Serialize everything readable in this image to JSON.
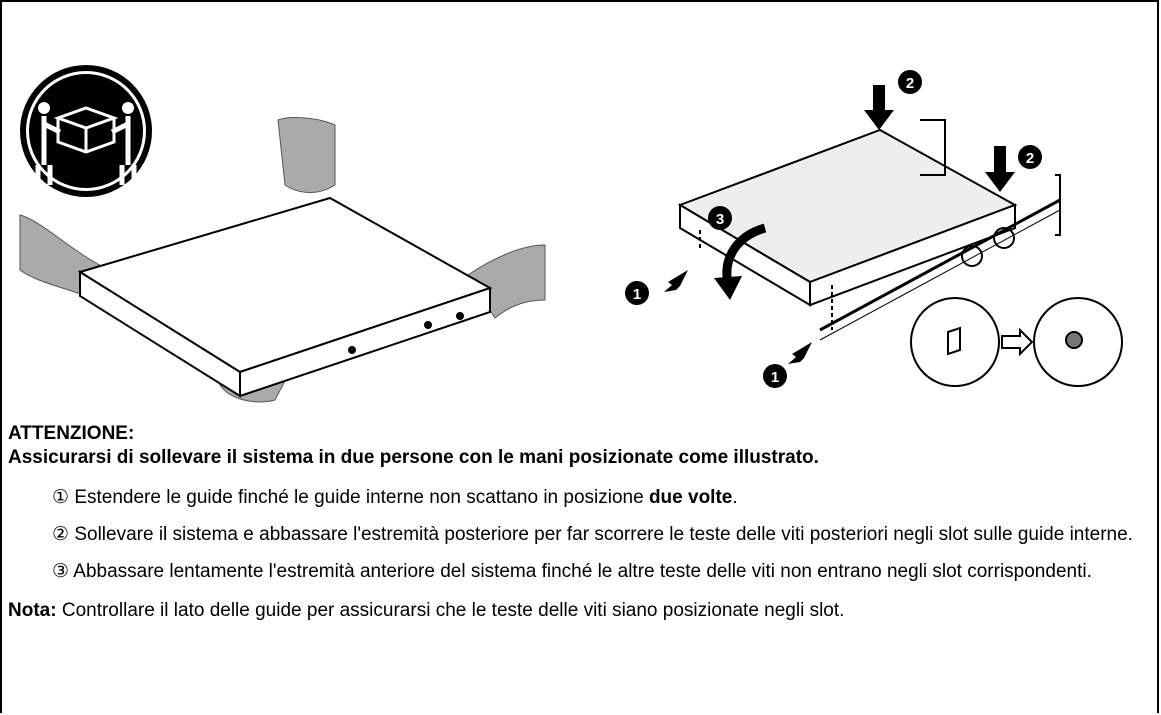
{
  "caution": {
    "title": "ATTENZIONE:",
    "text": "Assicurarsi di sollevare il sistema in due persone con le mani posizionate come illustrato."
  },
  "steps": [
    {
      "marker": "①",
      "text_before": "Estendere le guide finché le guide interne non scattano in posizione ",
      "bold": "due volte",
      "text_after": "."
    },
    {
      "marker": "②",
      "text": "Sollevare il sistema e abbassare l'estremità posteriore per far scorrere le teste delle viti posteriori negli slot sulle guide interne."
    },
    {
      "marker": "③",
      "text": "Abbassare lentamente l'estremità anteriore del sistema finché le altre teste delle viti non entrano negli slot corrispondenti."
    }
  ],
  "note": {
    "label": "Nota:",
    "text": "Controllare il lato delle guide per assicurarsi che le teste delle viti siano posizionate negli slot."
  },
  "callouts": [
    "1",
    "2",
    "3"
  ],
  "icons": [
    "two-person-lift-icon",
    "arrow-down-icon",
    "curved-arrow-icon",
    "arrow-right-icon"
  ]
}
